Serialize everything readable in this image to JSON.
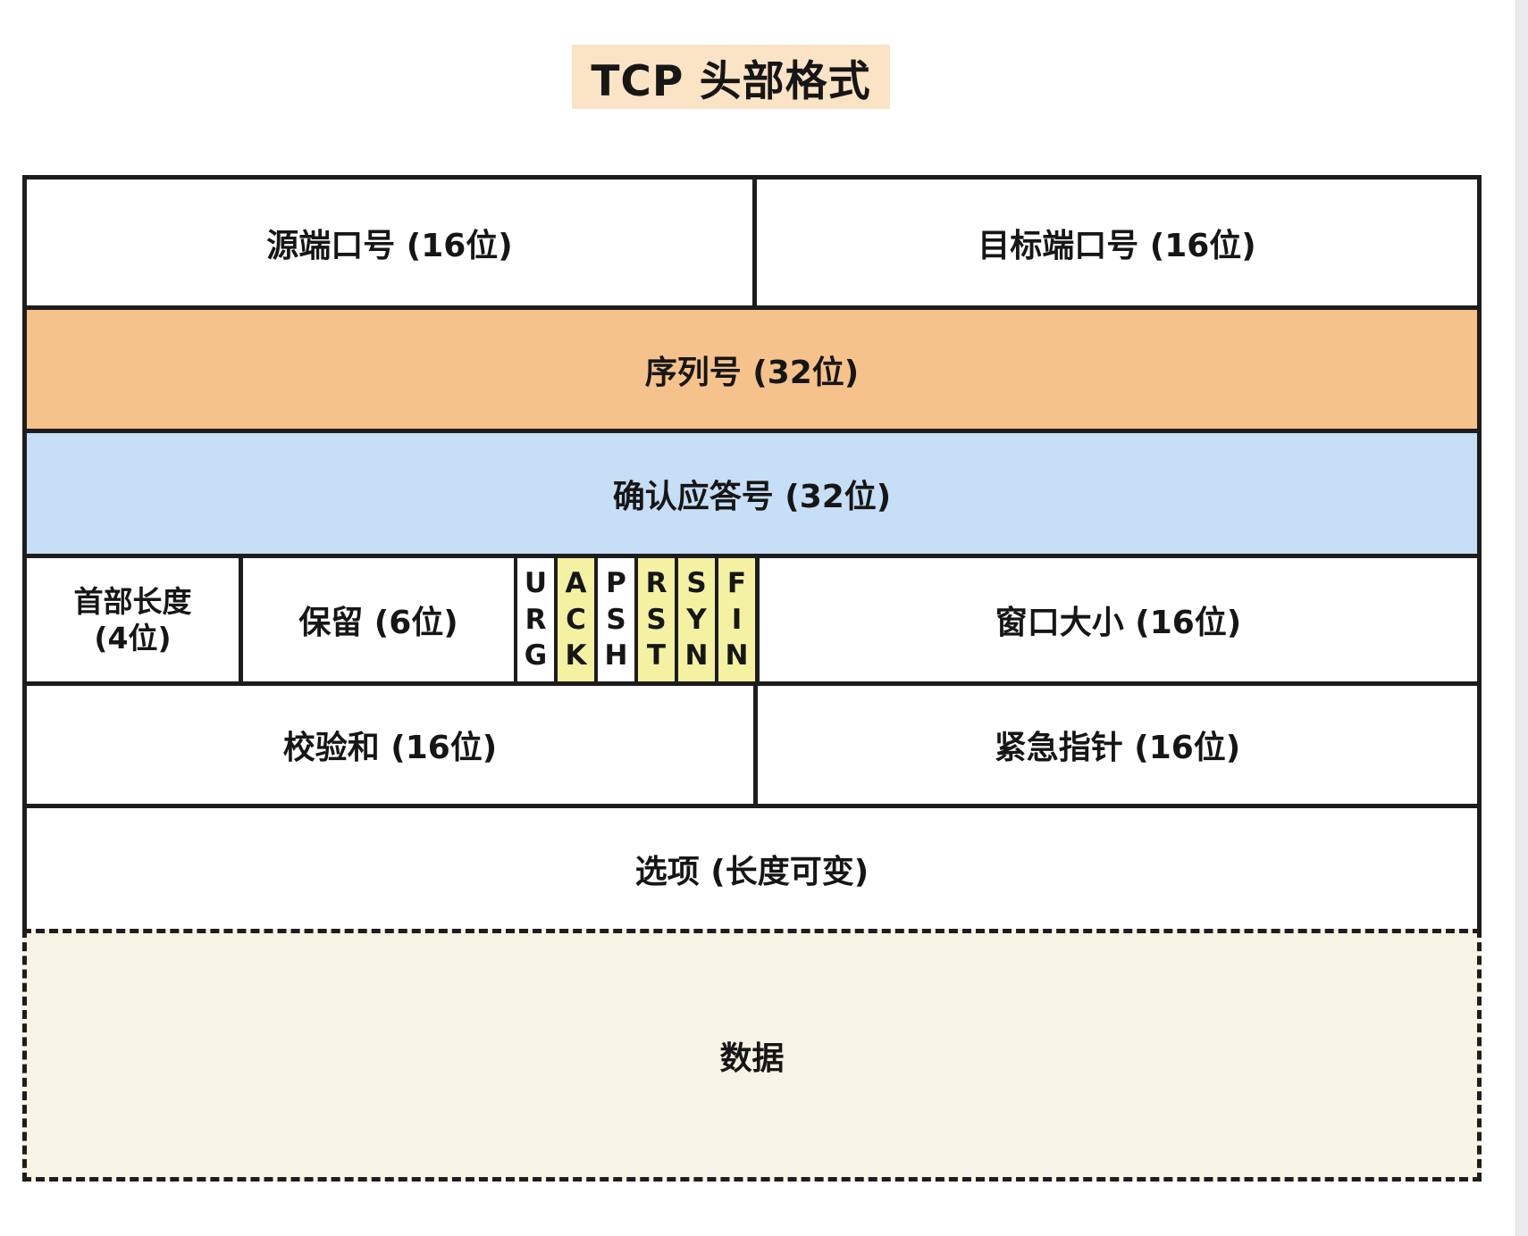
{
  "title": "TCP 头部格式",
  "colors": {
    "title-highlight": "#FBE3C6",
    "row-orange": "#F6C28B",
    "row-blue": "#C6DEF6",
    "flag-yellow": "#F5F1A2",
    "data-cream": "#F7F4E5",
    "border": "#1D1D1D"
  },
  "fields": {
    "source_port": "源端口号 (16位)",
    "dest_port": "目标端口号 (16位)",
    "sequence": "序列号 (32位)",
    "ack_number": "确认应答号 (32位)",
    "header_length_line1": "首部长度",
    "header_length_line2": "(4位)",
    "reserved": "保留 (6位)",
    "window_size": "窗口大小 (16位)",
    "checksum": "校验和 (16位)",
    "urgent_pointer": "紧急指针 (16位)",
    "options": "选项 (长度可变)",
    "data": "数据"
  },
  "flags": [
    {
      "name": "URG",
      "letters": [
        "U",
        "R",
        "G"
      ],
      "highlighted": false
    },
    {
      "name": "ACK",
      "letters": [
        "A",
        "C",
        "K"
      ],
      "highlighted": true
    },
    {
      "name": "PSH",
      "letters": [
        "P",
        "S",
        "H"
      ],
      "highlighted": false
    },
    {
      "name": "RST",
      "letters": [
        "R",
        "S",
        "T"
      ],
      "highlighted": true
    },
    {
      "name": "SYN",
      "letters": [
        "S",
        "Y",
        "N"
      ],
      "highlighted": true
    },
    {
      "name": "FIN",
      "letters": [
        "F",
        "I",
        "N"
      ],
      "highlighted": true
    }
  ]
}
